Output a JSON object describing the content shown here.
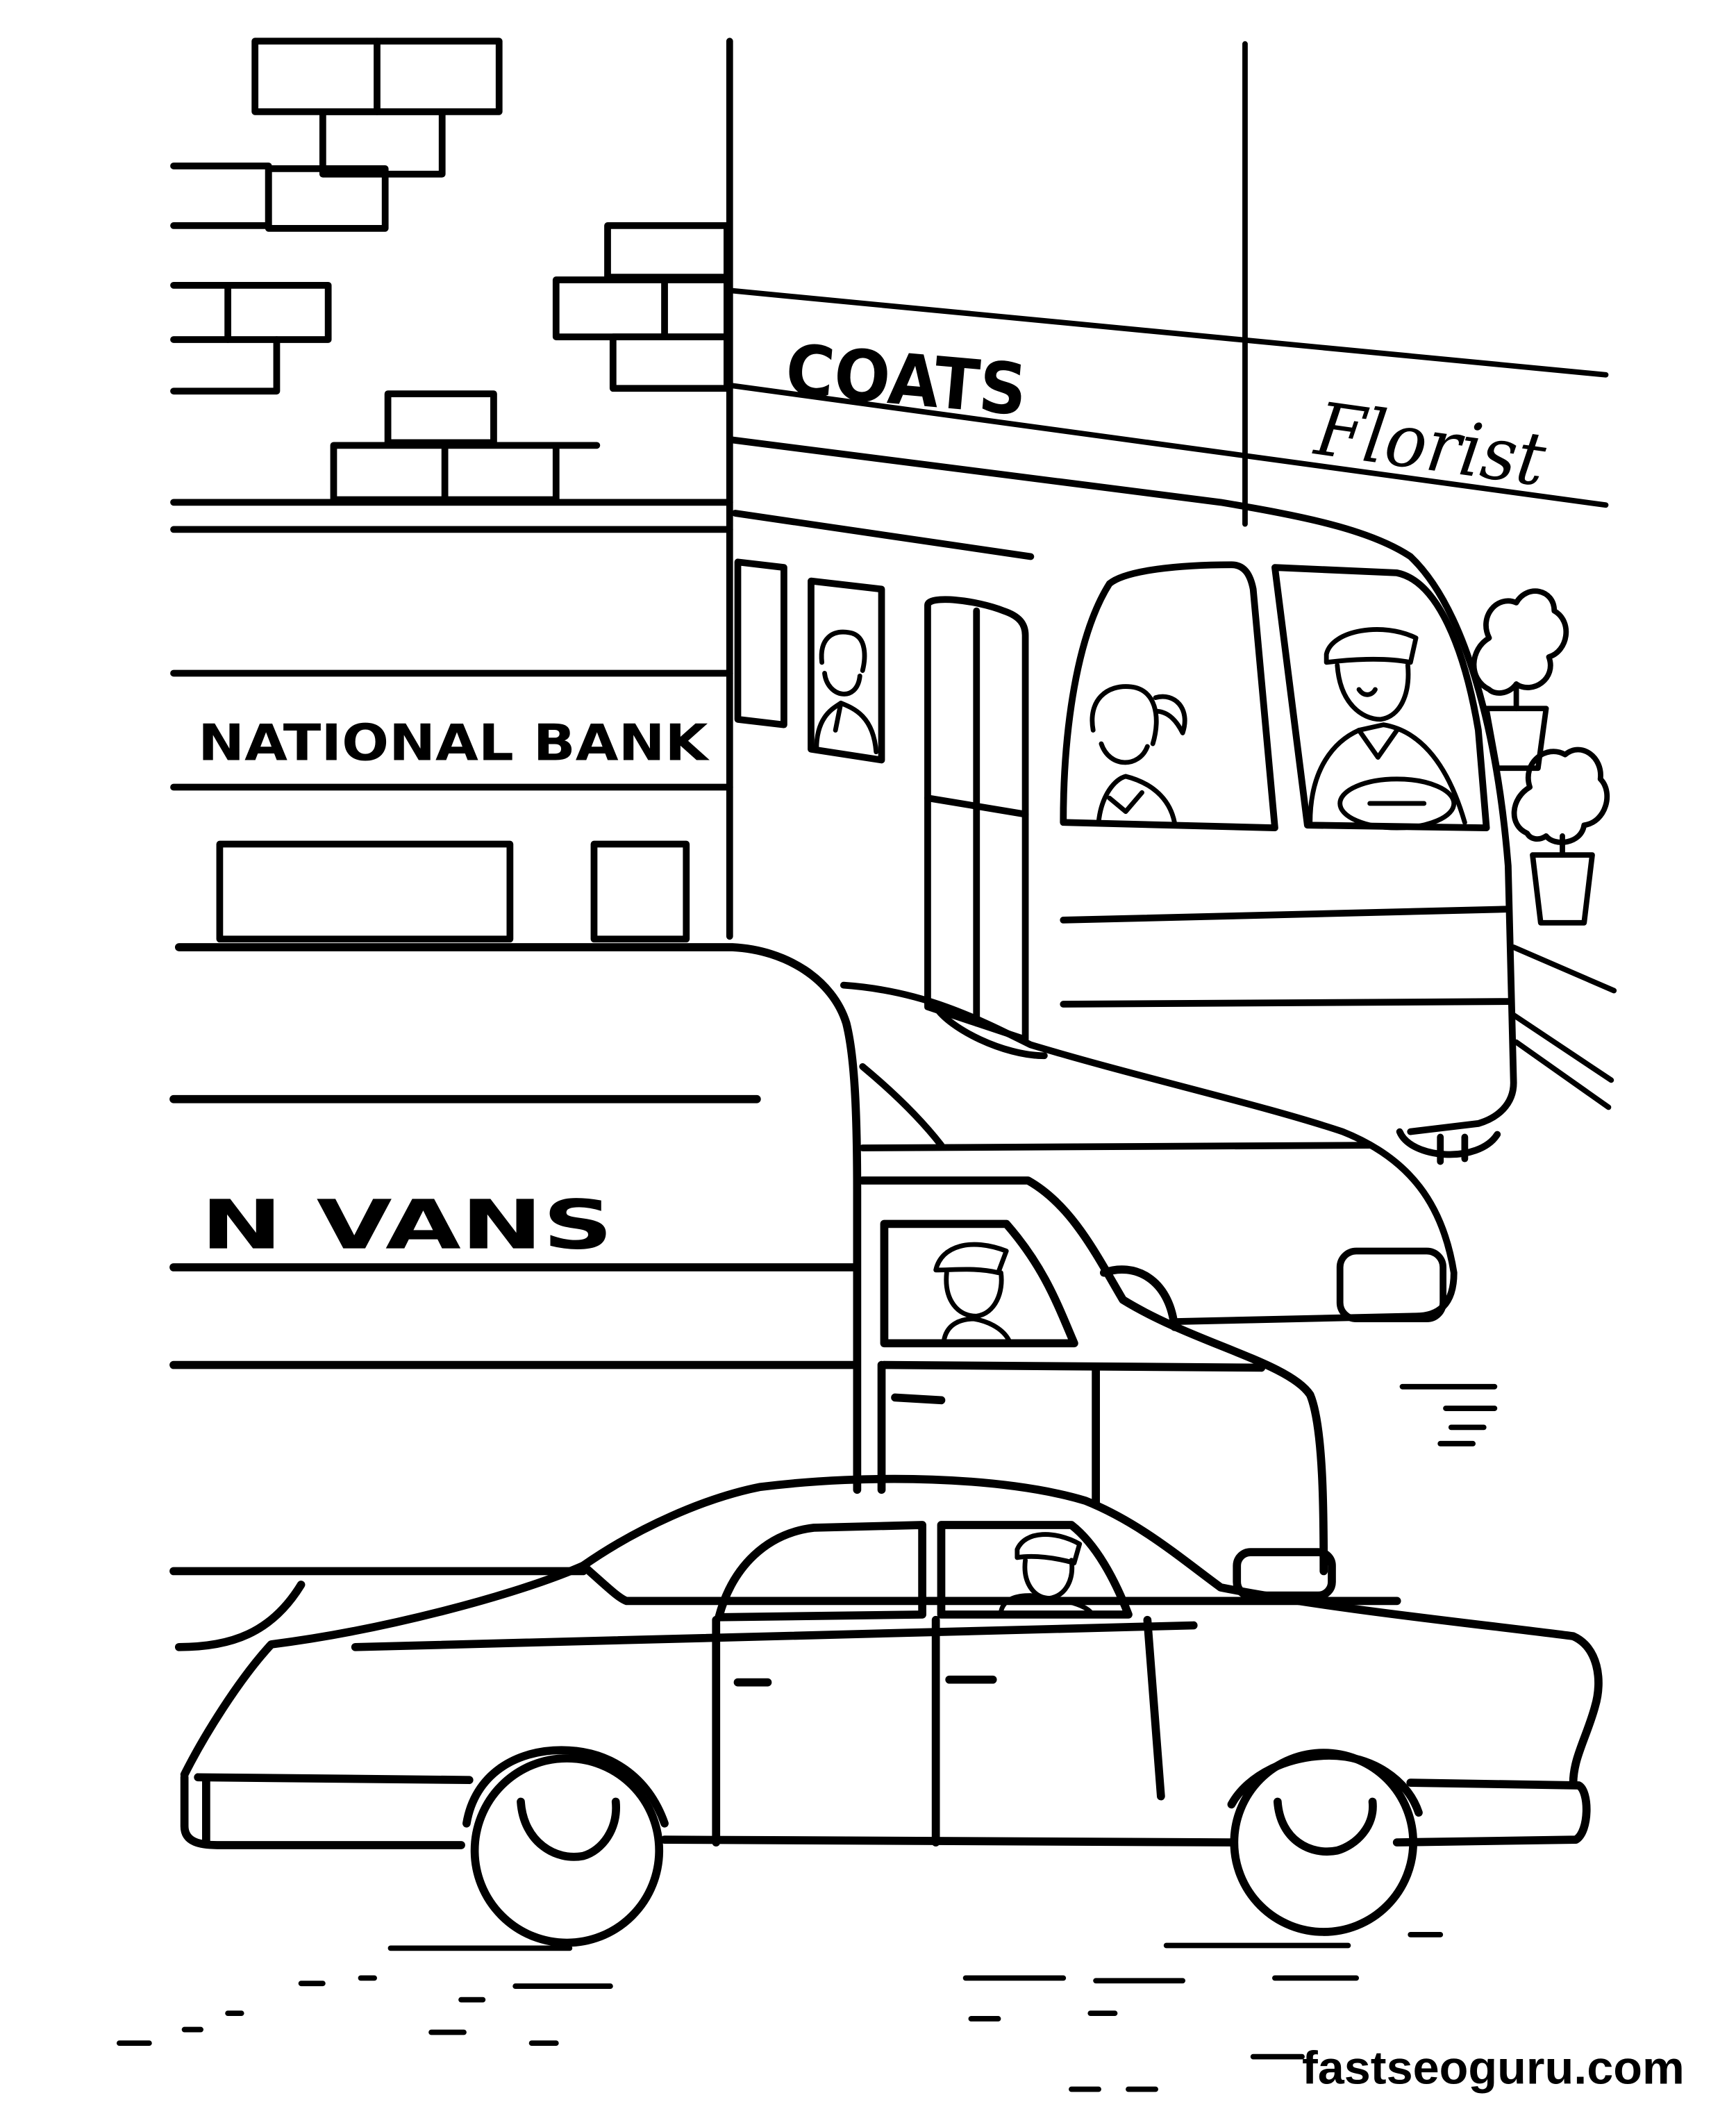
{
  "signs": {
    "bank": "NATIONAL BANK",
    "coats": "COATS",
    "florist": "Florist",
    "vans": "N VANS"
  },
  "watermark": "fastseoguru.com",
  "colors": {
    "ink": "#000000",
    "paper": "#ffffff"
  }
}
